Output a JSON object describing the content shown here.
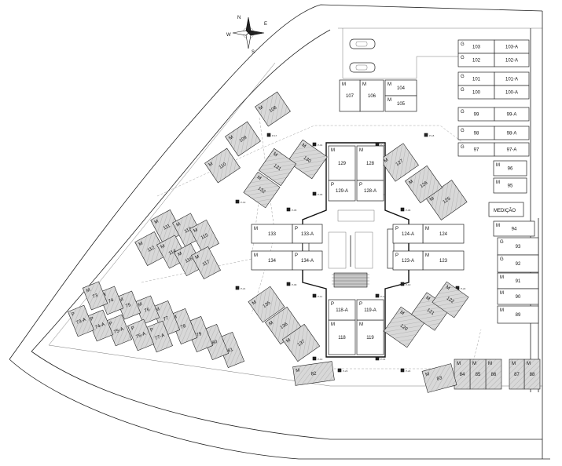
{
  "compass": {
    "n": "N",
    "s": "S",
    "e": "E",
    "w": "W"
  },
  "spots": [
    {
      "num": "103",
      "mark": "G",
      "type": "pair"
    },
    {
      "num": "103-A",
      "mark": "",
      "type": "pair"
    },
    {
      "num": "102",
      "mark": "G",
      "type": "pair"
    },
    {
      "num": "102-A",
      "mark": "",
      "type": "pair"
    },
    {
      "num": "101",
      "mark": "G",
      "type": "pair"
    },
    {
      "num": "101-A",
      "mark": "",
      "type": "pair"
    },
    {
      "num": "100",
      "mark": "G",
      "type": "pair"
    },
    {
      "num": "100-A",
      "mark": "",
      "type": "pair"
    },
    {
      "num": "99",
      "mark": "G",
      "type": "pair"
    },
    {
      "num": "99-A",
      "mark": "",
      "type": "pair"
    },
    {
      "num": "98",
      "mark": "G",
      "type": "pair"
    },
    {
      "num": "98-A",
      "mark": "",
      "type": "pair"
    },
    {
      "num": "97",
      "mark": "G",
      "type": "pair"
    },
    {
      "num": "97-A",
      "mark": "",
      "type": "pair"
    },
    {
      "num": "96",
      "mark": "M",
      "type": "single"
    },
    {
      "num": "95",
      "mark": "M",
      "type": "single"
    },
    {
      "num": "94",
      "mark": "M",
      "type": "single"
    },
    {
      "num": "93",
      "mark": "G",
      "type": "single"
    },
    {
      "num": "92",
      "mark": "G",
      "type": "single"
    },
    {
      "num": "91",
      "mark": "M",
      "type": "single"
    },
    {
      "num": "90",
      "mark": "M",
      "type": "single"
    },
    {
      "num": "89",
      "mark": "M",
      "type": "single"
    },
    {
      "num": "88",
      "mark": "M",
      "type": "single"
    },
    {
      "num": "87",
      "mark": "M",
      "type": "single"
    },
    {
      "num": "86",
      "mark": "M",
      "type": "single"
    },
    {
      "num": "85",
      "mark": "M",
      "type": "single"
    },
    {
      "num": "84",
      "mark": "M",
      "type": "single"
    },
    {
      "num": "83",
      "mark": "M",
      "type": "single"
    },
    {
      "num": "82",
      "mark": "M",
      "type": "single"
    },
    {
      "num": "81",
      "mark": "M",
      "type": "single"
    },
    {
      "num": "80",
      "mark": "M",
      "type": "single"
    },
    {
      "num": "79",
      "mark": "M",
      "type": "single"
    },
    {
      "num": "78",
      "mark": "M",
      "type": "single"
    },
    {
      "num": "77",
      "mark": "M",
      "type": "single"
    },
    {
      "num": "77-A",
      "mark": "P",
      "type": "single"
    },
    {
      "num": "76",
      "mark": "M",
      "type": "single"
    },
    {
      "num": "76-A",
      "mark": "P",
      "type": "single"
    },
    {
      "num": "75",
      "mark": "M",
      "type": "single"
    },
    {
      "num": "75-A",
      "mark": "P",
      "type": "single"
    },
    {
      "num": "74",
      "mark": "M",
      "type": "single"
    },
    {
      "num": "74-A",
      "mark": "P",
      "type": "single"
    },
    {
      "num": "73",
      "mark": "M",
      "type": "single"
    },
    {
      "num": "73-A",
      "mark": "P",
      "type": "single"
    },
    {
      "num": "104",
      "mark": "M",
      "type": "single"
    },
    {
      "num": "105",
      "mark": "M",
      "type": "single"
    },
    {
      "num": "106",
      "mark": "M",
      "type": "single"
    },
    {
      "num": "107",
      "mark": "M",
      "type": "single"
    },
    {
      "num": "108",
      "mark": "M",
      "type": "single"
    },
    {
      "num": "109",
      "mark": "M",
      "type": "single"
    },
    {
      "num": "110",
      "mark": "M",
      "type": "single"
    },
    {
      "num": "111",
      "mark": "M",
      "type": "single"
    },
    {
      "num": "112",
      "mark": "M",
      "type": "single"
    },
    {
      "num": "113",
      "mark": "M",
      "type": "single"
    },
    {
      "num": "114",
      "mark": "M",
      "type": "single"
    },
    {
      "num": "115",
      "mark": "M",
      "type": "single"
    },
    {
      "num": "116",
      "mark": "M",
      "type": "single"
    },
    {
      "num": "117",
      "mark": "M",
      "type": "single"
    },
    {
      "num": "118",
      "mark": "M",
      "type": "single"
    },
    {
      "num": "118-A",
      "mark": "P",
      "type": "single"
    },
    {
      "num": "119",
      "mark": "M",
      "type": "single"
    },
    {
      "num": "119-A",
      "mark": "P",
      "type": "single"
    },
    {
      "num": "120",
      "mark": "M",
      "type": "single"
    },
    {
      "num": "121",
      "mark": "M",
      "type": "single"
    },
    {
      "num": "122",
      "mark": "M",
      "type": "single"
    },
    {
      "num": "123",
      "mark": "M",
      "type": "single"
    },
    {
      "num": "123-A",
      "mark": "P",
      "type": "single"
    },
    {
      "num": "124",
      "mark": "M",
      "type": "single"
    },
    {
      "num": "124-A",
      "mark": "P",
      "type": "single"
    },
    {
      "num": "125",
      "mark": "M",
      "type": "single"
    },
    {
      "num": "126",
      "mark": "M",
      "type": "single"
    },
    {
      "num": "127",
      "mark": "M",
      "type": "single"
    },
    {
      "num": "128",
      "mark": "M",
      "type": "single"
    },
    {
      "num": "128-A",
      "mark": "P",
      "type": "single"
    },
    {
      "num": "129",
      "mark": "M",
      "type": "single"
    },
    {
      "num": "129-A",
      "mark": "P",
      "type": "single"
    },
    {
      "num": "130",
      "mark": "M",
      "type": "single"
    },
    {
      "num": "131",
      "mark": "M",
      "type": "single"
    },
    {
      "num": "132",
      "mark": "M",
      "type": "single"
    },
    {
      "num": "133",
      "mark": "M",
      "type": "single"
    },
    {
      "num": "133-A",
      "mark": "P",
      "type": "single"
    },
    {
      "num": "134",
      "mark": "M",
      "type": "single"
    },
    {
      "num": "134-A",
      "mark": "P",
      "type": "single"
    },
    {
      "num": "135",
      "mark": "M",
      "type": "single"
    },
    {
      "num": "136",
      "mark": "M",
      "type": "single"
    },
    {
      "num": "137",
      "mark": "M",
      "type": "single"
    }
  ],
  "labels": {
    "medicao": "MEDIÇÃO",
    "pilars": [
      "P-01",
      "P-02",
      "P-03",
      "P-04",
      "P-05",
      "P-06",
      "P-07",
      "P-08",
      "P-09",
      "P-10",
      "P-11",
      "P-12",
      "P-13",
      "P-14",
      "P-15",
      "P-16",
      "P-17",
      "P-18",
      "P-19",
      "P-20",
      "P-21",
      "P-22",
      "P-23",
      "P-24"
    ]
  }
}
